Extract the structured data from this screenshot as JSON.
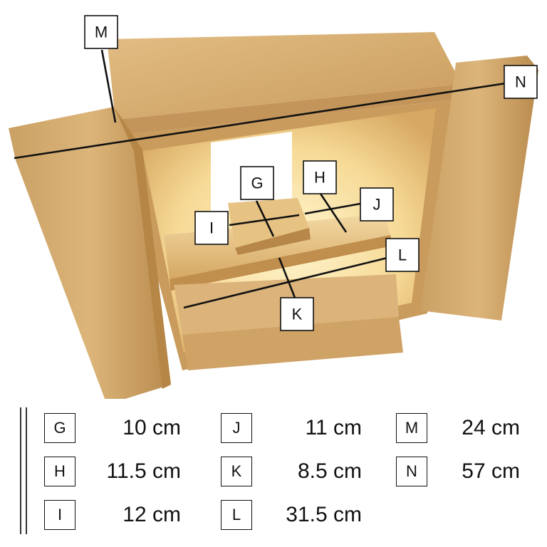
{
  "callouts": {
    "G": "G",
    "H": "H",
    "I": "I",
    "J": "J",
    "K": "K",
    "L": "L",
    "M": "M",
    "N": "N"
  },
  "legend": [
    {
      "key": "G",
      "value": "10 cm"
    },
    {
      "key": "H",
      "value": "11.5 cm"
    },
    {
      "key": "I",
      "value": "12 cm"
    },
    {
      "key": "J",
      "value": "11 cm"
    },
    {
      "key": "K",
      "value": "8.5 cm"
    },
    {
      "key": "L",
      "value": "31.5 cm"
    },
    {
      "key": "M",
      "value": "24 cm"
    },
    {
      "key": "N",
      "value": "57 cm"
    }
  ],
  "colors": {
    "wood_light": "#d9b173",
    "wood_mid": "#c99a5a",
    "wood_dark": "#a8793e",
    "interior_glow": "#fff1b8",
    "line": "#111111"
  }
}
